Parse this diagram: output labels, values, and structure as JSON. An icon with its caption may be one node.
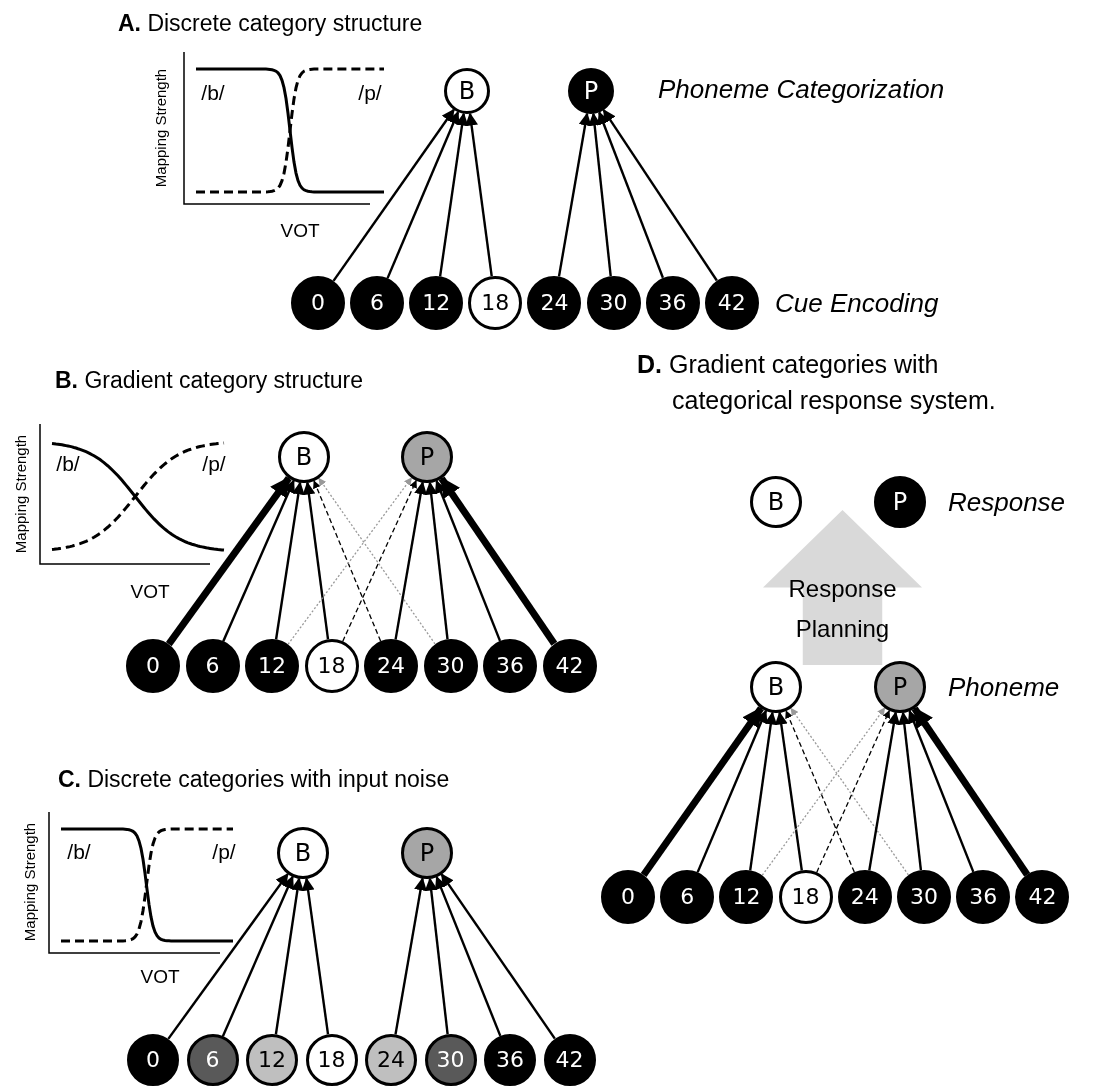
{
  "diagram": {
    "nodes": [
      {
        "text": [
          "B"
        ]
      },
      {
        "text": [
          "P"
        ]
      },
      {
        "text": [
          "0"
        ]
      },
      {
        "text": [
          "6"
        ]
      },
      {
        "text": [
          "12"
        ]
      },
      {
        "text": [
          "18"
        ]
      },
      {
        "text": [
          "24"
        ]
      },
      {
        "text": [
          "30"
        ]
      },
      {
        "text": [
          "36"
        ]
      },
      {
        "text": [
          "42"
        ]
      },
      {
        "text": [
          "B"
        ]
      },
      {
        "text": [
          "P"
        ]
      },
      {
        "text": [
          "0"
        ]
      },
      {
        "text": [
          "6"
        ]
      },
      {
        "text": [
          "12"
        ]
      },
      {
        "text": [
          "18"
        ]
      },
      {
        "text": [
          "24"
        ]
      },
      {
        "text": [
          "30"
        ]
      },
      {
        "text": [
          "36"
        ]
      },
      {
        "text": [
          "42"
        ]
      },
      {
        "text": [
          "B"
        ]
      },
      {
        "text": [
          "P"
        ]
      },
      {
        "text": [
          "0"
        ]
      },
      {
        "text": [
          "6"
        ]
      },
      {
        "text": [
          "12"
        ]
      },
      {
        "text": [
          "18"
        ]
      },
      {
        "text": [
          "24"
        ]
      },
      {
        "text": [
          "30"
        ]
      },
      {
        "text": [
          "36"
        ]
      },
      {
        "text": [
          "42"
        ]
      },
      {
        "text": [
          "B"
        ]
      },
      {
        "text": [
          "P"
        ]
      },
      {
        "text": [
          "Response Planning"
        ]
      },
      {
        "text": [
          "B"
        ]
      },
      {
        "text": [
          "P"
        ]
      },
      {
        "text": [
          "0"
        ]
      },
      {
        "text": [
          "6"
        ]
      },
      {
        "text": [
          "12"
        ]
      },
      {
        "text": [
          "18"
        ]
      },
      {
        "text": [
          "24"
        ]
      },
      {
        "text": [
          "30"
        ]
      },
      {
        "text": [
          "36"
        ]
      },
      {
        "text": [
          "42"
        ]
      }
    ],
    "edges": [
      {
        "from": 2,
        "to": 0,
        "arrow": "to"
      },
      {
        "from": 3,
        "to": 0,
        "arrow": "to"
      },
      {
        "from": 4,
        "to": 0,
        "arrow": "to"
      },
      {
        "from": 5,
        "to": 0,
        "arrow": "to"
      },
      {
        "from": 6,
        "to": 1,
        "arrow": "to"
      },
      {
        "from": 7,
        "to": 1,
        "arrow": "to"
      },
      {
        "from": 8,
        "to": 1,
        "arrow": "to"
      },
      {
        "from": 9,
        "to": 1,
        "arrow": "to"
      },
      {
        "from": 12,
        "to": 10,
        "arrow": "to",
        "style": "thick"
      },
      {
        "from": 13,
        "to": 10,
        "arrow": "to"
      },
      {
        "from": 14,
        "to": 10,
        "arrow": "to"
      },
      {
        "from": 15,
        "to": 10,
        "arrow": "to"
      },
      {
        "from": 16,
        "to": 10,
        "arrow": "to",
        "style": "dashed"
      },
      {
        "from": 17,
        "to": 10,
        "arrow": "to",
        "style": "dashed",
        "color": "#999999"
      },
      {
        "from": 14,
        "to": 11,
        "arrow": "to",
        "style": "dashed",
        "color": "#999999"
      },
      {
        "from": 15,
        "to": 11,
        "arrow": "to",
        "style": "dashed"
      },
      {
        "from": 16,
        "to": 11,
        "arrow": "to"
      },
      {
        "from": 17,
        "to": 11,
        "arrow": "to"
      },
      {
        "from": 18,
        "to": 11,
        "arrow": "to"
      },
      {
        "from": 19,
        "to": 11,
        "arrow": "to",
        "style": "thick"
      },
      {
        "from": 22,
        "to": 20,
        "arrow": "to"
      },
      {
        "from": 23,
        "to": 20,
        "arrow": "to"
      },
      {
        "from": 24,
        "to": 20,
        "arrow": "to"
      },
      {
        "from": 25,
        "to": 20,
        "arrow": "to"
      },
      {
        "from": 26,
        "to": 21,
        "arrow": "to"
      },
      {
        "from": 27,
        "to": 21,
        "arrow": "to"
      },
      {
        "from": 28,
        "to": 21,
        "arrow": "to"
      },
      {
        "from": 29,
        "to": 21,
        "arrow": "to"
      },
      {
        "from": 35,
        "to": 33,
        "arrow": "to",
        "style": "thick"
      },
      {
        "from": 36,
        "to": 33,
        "arrow": "to"
      },
      {
        "from": 37,
        "to": 33,
        "arrow": "to"
      },
      {
        "from": 38,
        "to": 33,
        "arrow": "to"
      },
      {
        "from": 39,
        "to": 33,
        "arrow": "to",
        "style": "dashed"
      },
      {
        "from": 40,
        "to": 33,
        "arrow": "to",
        "style": "dashed",
        "color": "#999999"
      },
      {
        "from": 37,
        "to": 34,
        "arrow": "to",
        "style": "dashed",
        "color": "#999999"
      },
      {
        "from": 38,
        "to": 34,
        "arrow": "to",
        "style": "dashed"
      },
      {
        "from": 39,
        "to": 34,
        "arrow": "to"
      },
      {
        "from": 40,
        "to": 34,
        "arrow": "to"
      },
      {
        "from": 41,
        "to": 34,
        "arrow": "to"
      },
      {
        "from": 42,
        "to": 34,
        "arrow": "to",
        "style": "thick"
      }
    ],
    "labels": [
      "**A.** Discrete category structure",
      "Mapping Strength",
      "/b/",
      "/p/",
      "VOT",
      "Phoneme Categorization",
      "Cue Encoding",
      "**B.** Gradient category structure",
      "Mapping Strength",
      "/b/",
      "/p/",
      "VOT",
      "**D.** Gradient categories with categorical response system.",
      "Response",
      "Phoneme",
      "**C.** Discrete categories with input noise",
      "Mapping Strength",
      "/b/",
      "/p/",
      "VOT"
    ]
  }
}
